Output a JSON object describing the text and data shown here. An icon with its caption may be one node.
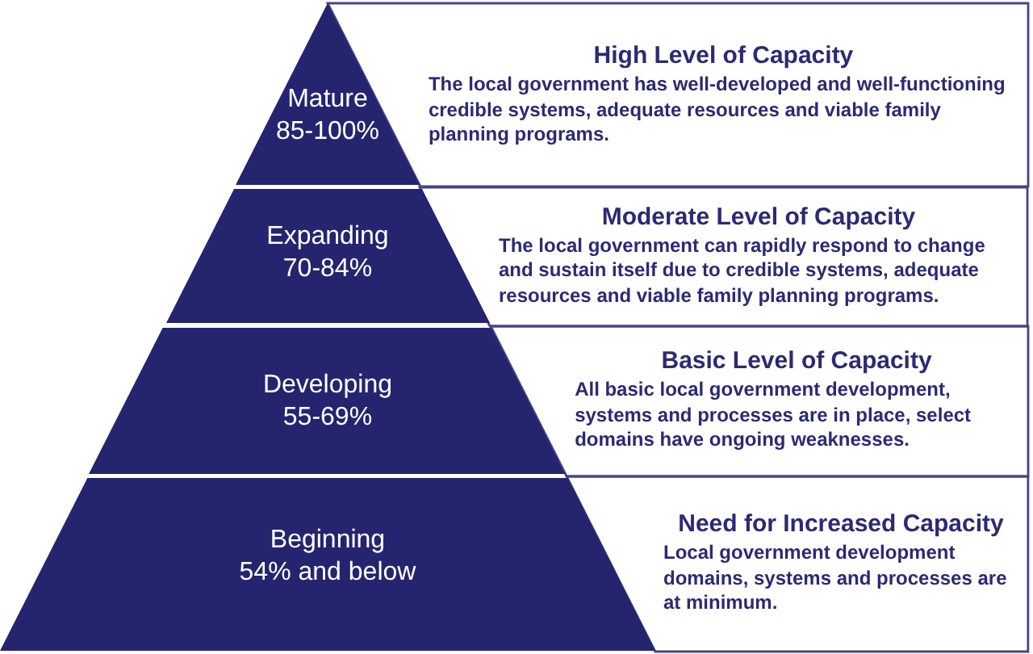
{
  "diagram": {
    "nodes": [
      {
        "text": [
          "Mature",
          "85-100%"
        ]
      },
      {
        "text": [
          "High Level of Capacity",
          "The local government has well-developed and well-functioning credible systems, adequate resources and viable family planning programs."
        ]
      },
      {
        "text": [
          "Expanding",
          "70-84%"
        ]
      },
      {
        "text": [
          "Moderate Level of Capacity",
          "The local government can rapidly respond to change and sustain itself due to credible systems, adequate resources and viable family planning programs."
        ]
      },
      {
        "text": [
          "Developing",
          "55-69%"
        ]
      },
      {
        "text": [
          "Basic Level of Capacity",
          "All basic local government development, systems and processes are in place, select domains have ongoing weaknesses."
        ]
      },
      {
        "text": [
          "Beginning",
          "54% and below"
        ]
      },
      {
        "text": [
          "Need for Increased Capacity",
          "Local government development domains, systems and processes are at minimum."
        ]
      }
    ]
  }
}
